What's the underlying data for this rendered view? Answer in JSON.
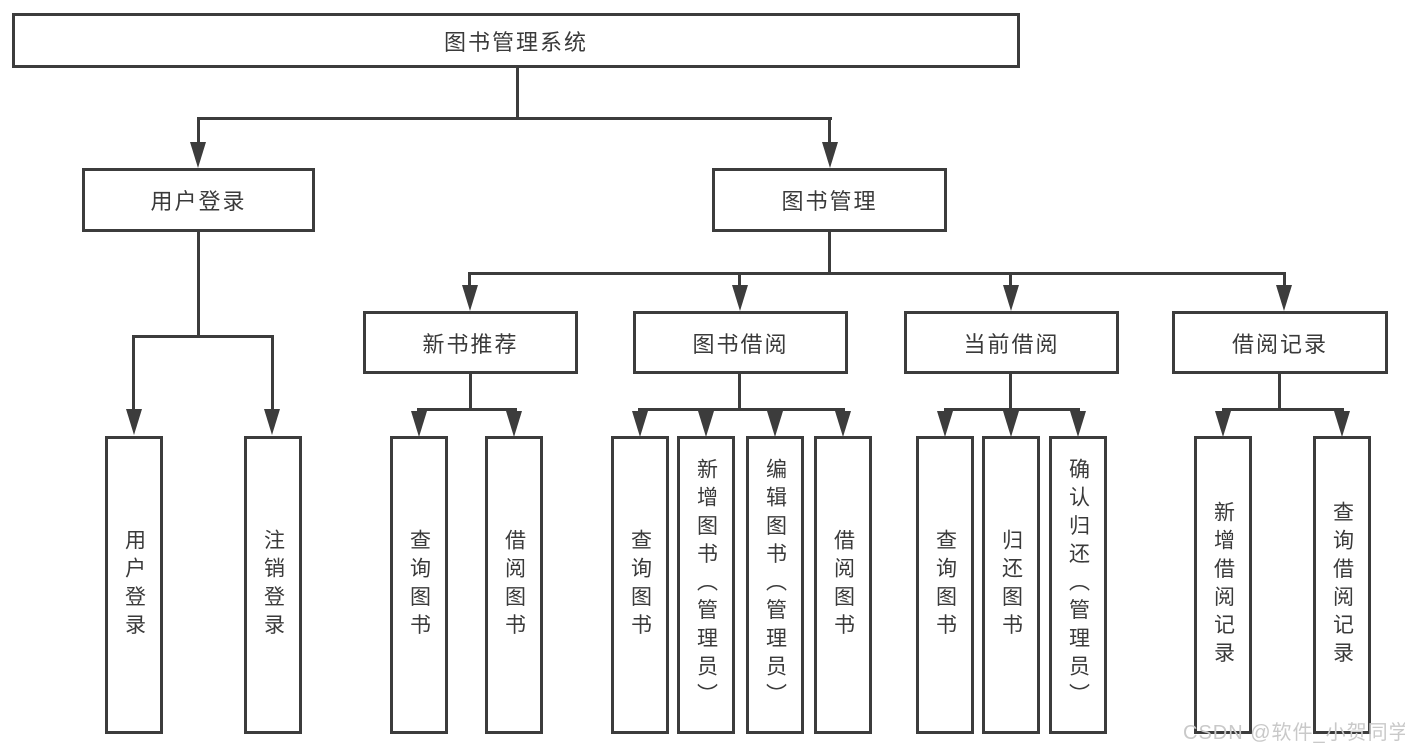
{
  "diagram": {
    "root": "图书管理系统",
    "level2": [
      {
        "label": "用户登录",
        "children": [
          "用户登录",
          "注销登录"
        ]
      },
      {
        "label": "图书管理"
      }
    ],
    "level3": [
      {
        "label": "新书推荐",
        "children": [
          "查询图书",
          "借阅图书"
        ]
      },
      {
        "label": "图书借阅",
        "children": [
          "查询图书",
          "新增图书（管理员）",
          "编辑图书（管理员）",
          "借阅图书"
        ]
      },
      {
        "label": "当前借阅",
        "children": [
          "查询图书",
          "归还图书",
          "确认归还（管理员）"
        ]
      },
      {
        "label": "借阅记录",
        "children": [
          "新增借阅记录",
          "查询借阅记录"
        ]
      }
    ]
  },
  "watermark": "CSDN @软件_小贺同学",
  "colors": {
    "line": "#3c3c3c",
    "text": "#3a3a3a",
    "watermark": "#c9c9c9",
    "background": "#ffffff"
  }
}
